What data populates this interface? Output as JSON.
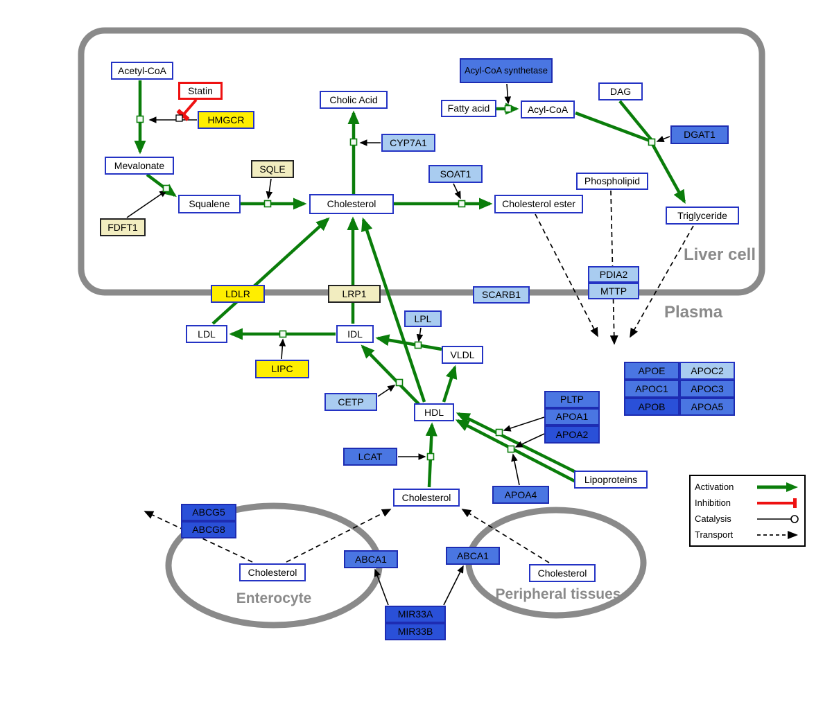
{
  "compartments": {
    "liver": {
      "label": "Liver cell"
    },
    "plasma": {
      "label": "Plasma"
    },
    "enterocyte": {
      "label": "Enterocyte"
    },
    "peripheral": {
      "label": "Peripheral tissues"
    }
  },
  "legend": {
    "activation": "Activation",
    "inhibition": "Inhibition",
    "catalysis": "Catalysis",
    "transport": "Transport"
  },
  "colors": {
    "activation": "#0a7d0a",
    "inhibition": "#ee1111",
    "node_border_blue": "#2433c4",
    "membrane_gray": "#8a8a8a"
  },
  "nodes": {
    "acetyl_coa": {
      "label": "Acetyl-CoA"
    },
    "statin": {
      "label": "Statin"
    },
    "hmgcr": {
      "label": "HMGCR"
    },
    "mevalonate": {
      "label": "Mevalonate"
    },
    "sqle": {
      "label": "SQLE"
    },
    "fdft1": {
      "label": "FDFT1"
    },
    "squalene": {
      "label": "Squalene"
    },
    "cholesterol_liver": {
      "label": "Cholesterol"
    },
    "cholic_acid": {
      "label": "Cholic Acid"
    },
    "cyp7a1": {
      "label": "CYP7A1"
    },
    "soat1": {
      "label": "SOAT1"
    },
    "cholesterol_ester": {
      "label": "Cholesterol ester"
    },
    "acyl_coa_synthetase": {
      "label": "Acyl-CoA synthetase"
    },
    "fatty_acid": {
      "label": "Fatty acid"
    },
    "acyl_coa": {
      "label": "Acyl-CoA"
    },
    "dag": {
      "label": "DAG"
    },
    "dgat1": {
      "label": "DGAT1"
    },
    "phospholipid": {
      "label": "Phospholipid"
    },
    "triglyceride": {
      "label": "Triglyceride"
    },
    "pdia2": {
      "label": "PDIA2"
    },
    "mttp": {
      "label": "MTTP"
    },
    "ldlr": {
      "label": "LDLR"
    },
    "lrp1": {
      "label": "LRP1"
    },
    "scarb1": {
      "label": "SCARB1"
    },
    "ldl": {
      "label": "LDL"
    },
    "idl": {
      "label": "IDL"
    },
    "lpl": {
      "label": "LPL"
    },
    "vldl": {
      "label": "VLDL"
    },
    "lipc": {
      "label": "LIPC"
    },
    "cetp": {
      "label": "CETP"
    },
    "hdl": {
      "label": "HDL"
    },
    "pltp": {
      "label": "PLTP"
    },
    "apoa1": {
      "label": "APOA1"
    },
    "apoa2": {
      "label": "APOA2"
    },
    "lcat": {
      "label": "LCAT"
    },
    "apoa4": {
      "label": "APOA4"
    },
    "lipoproteins": {
      "label": "Lipoproteins"
    },
    "apoe": {
      "label": "APOE"
    },
    "apoc2": {
      "label": "APOC2"
    },
    "apoc1": {
      "label": "APOC1"
    },
    "apoc3": {
      "label": "APOC3"
    },
    "apob": {
      "label": "APOB"
    },
    "apoa5": {
      "label": "APOA5"
    },
    "cholesterol_plasma": {
      "label": "Cholesterol"
    },
    "abcg5": {
      "label": "ABCG5"
    },
    "abcg8": {
      "label": "ABCG8"
    },
    "cholesterol_enterocyte": {
      "label": "Cholesterol"
    },
    "abca1_left": {
      "label": "ABCA1"
    },
    "abca1_right": {
      "label": "ABCA1"
    },
    "cholesterol_peripheral": {
      "label": "Cholesterol"
    },
    "mir33a": {
      "label": "MIR33A"
    },
    "mir33b": {
      "label": "MIR33B"
    }
  }
}
